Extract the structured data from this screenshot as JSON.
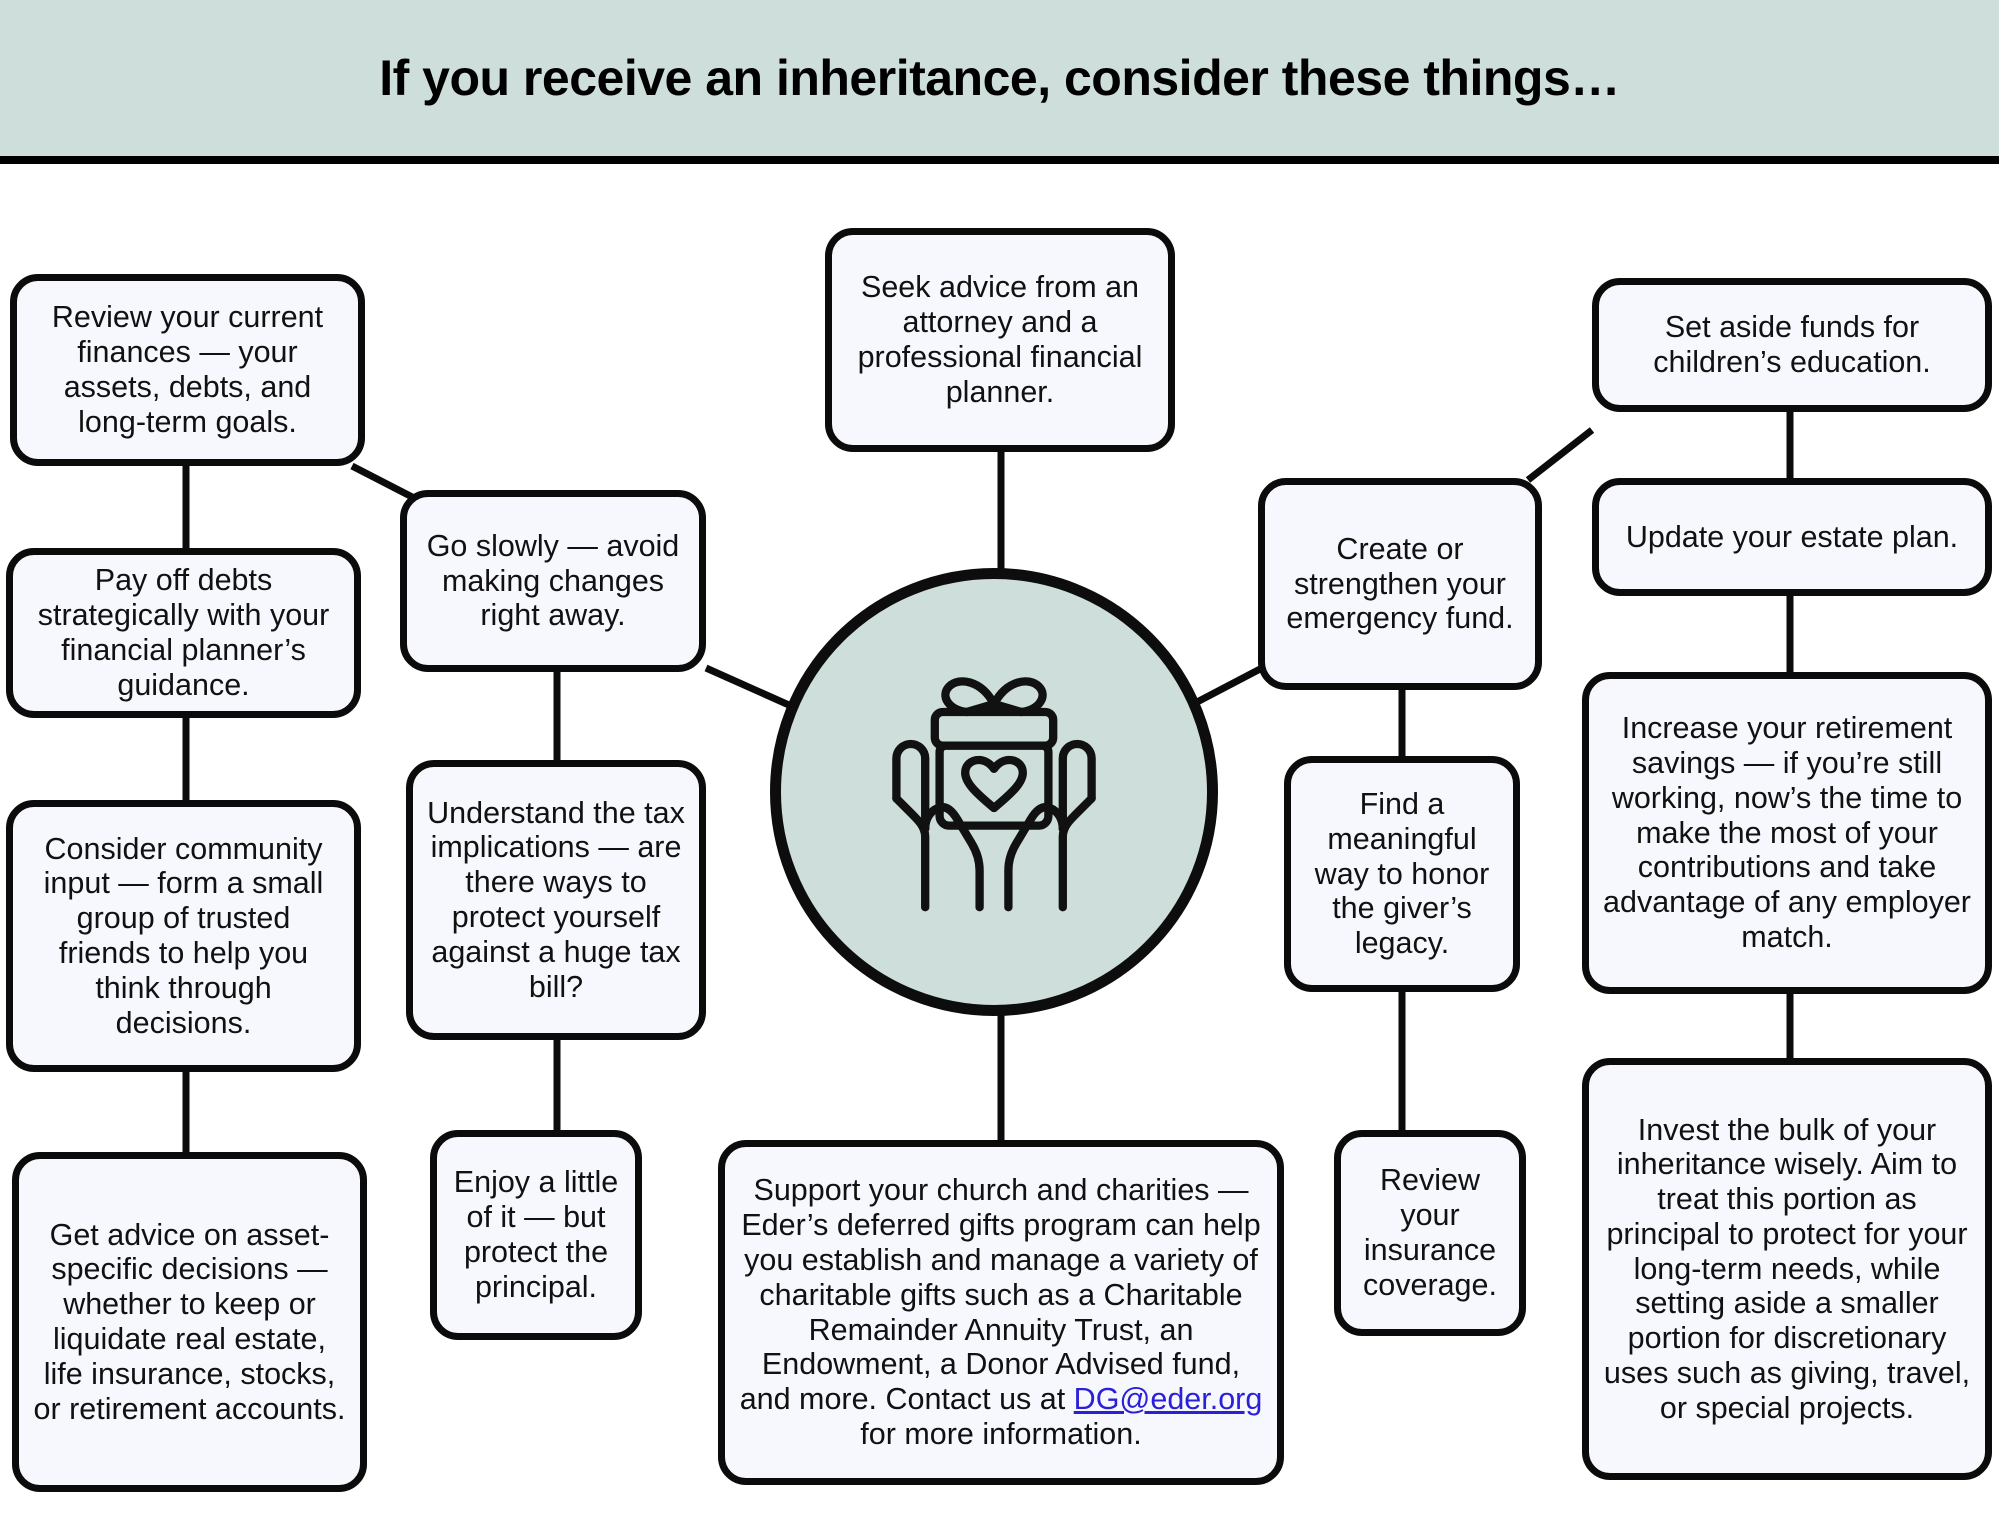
{
  "header": {
    "title": "If you receive an inheritance, consider these things…",
    "background_color": "#cedfdb",
    "rule_color": "#000000"
  },
  "theme": {
    "page_background": "#ffffff",
    "node_fill": "#f7f8fd",
    "node_border": "#0b0b0b",
    "accent_sage": "#cedfdb",
    "link_color": "#2a20d8",
    "text_color": "#111111"
  },
  "center": {
    "icon_name": "gift-in-hands-icon",
    "description": "gift box with heart held in two open hands",
    "circle_fill": "#cedfdb"
  },
  "nodes": [
    {
      "id": "review-finances",
      "text": "Review your current finances — your assets, debts, and long-term goals."
    },
    {
      "id": "pay-off-debts",
      "text": "Pay off debts strategically with your financial planner’s guidance."
    },
    {
      "id": "community-input",
      "text": "Consider community input — form a small group of trusted friends to help you think through decisions."
    },
    {
      "id": "asset-advice",
      "text": "Get advice on asset-specific decisions — whether to keep or liquidate real estate, life insurance, stocks, or retirement accounts."
    },
    {
      "id": "go-slowly",
      "text": "Go slowly — avoid making changes right away."
    },
    {
      "id": "tax-implications",
      "text": "Understand the tax implications — are there ways to protect yourself against a huge tax bill?"
    },
    {
      "id": "enjoy-a-little",
      "text": "Enjoy a little of it — but protect the principal."
    },
    {
      "id": "seek-advice",
      "text": "Seek advice from an attorney and a professional financial planner."
    },
    {
      "id": "emergency-fund",
      "text": "Create or strengthen your emergency fund."
    },
    {
      "id": "honor-legacy",
      "text": "Find a meaningful way to honor the giver’s legacy."
    },
    {
      "id": "insurance-review",
      "text": "Review your insurance coverage."
    },
    {
      "id": "children-education",
      "text": "Set aside funds for children’s education."
    },
    {
      "id": "estate-plan",
      "text": "Update your estate plan."
    },
    {
      "id": "retirement-savings",
      "text": "Increase your retirement savings — if you’re still working, now’s the time to make the most of your contributions and take advantage of any employer match."
    },
    {
      "id": "invest-bulk",
      "text": "Invest the bulk of your inheritance wisely. Aim to treat this portion as principal to protect for your long-term needs, while setting aside a smaller portion for discretionary uses such as giving, travel, or special projects."
    }
  ],
  "support_node": {
    "id": "support-church",
    "text_before": "Support your church and charities — Eder’s deferred gifts program can help you establish and manage a variety of charitable gifts such as a Charitable Remainder Annuity Trust, an Endowment, a Donor Advised fund, and more. Contact us at ",
    "email": "DG@eder.org",
    "text_after": " for more information."
  }
}
